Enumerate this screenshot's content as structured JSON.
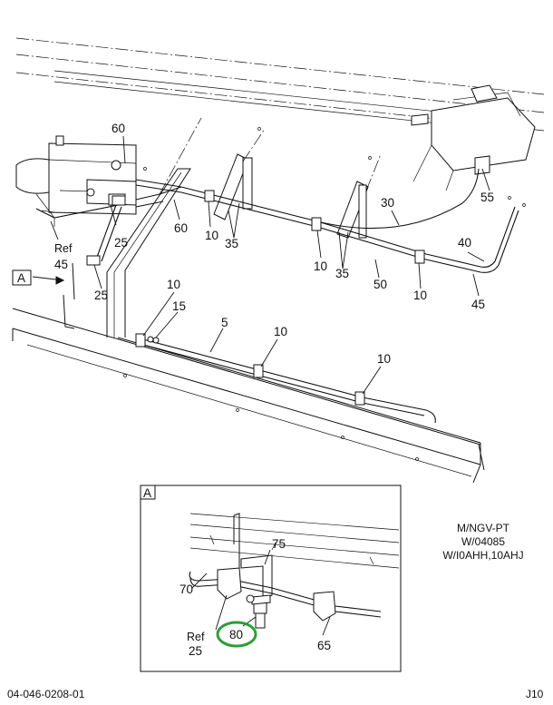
{
  "callouts": {
    "c60a": "60",
    "c60b": "60",
    "c10a": "10",
    "c10b": "10",
    "c10c": "10",
    "c10d": "10",
    "c10e": "10",
    "c10f": "10",
    "c35a": "35",
    "c35b": "35",
    "c30": "30",
    "c55": "55",
    "c40": "40",
    "c45": "45",
    "c50": "50",
    "c25a": "25",
    "c25b": "25",
    "c15": "15",
    "c5": "5",
    "ref": "Ref",
    "ref45": "45"
  },
  "view_marker": {
    "letter": "A"
  },
  "detail": {
    "letter": "A",
    "c75": "75",
    "c70": "70",
    "c80": "80",
    "c65": "65",
    "ref": "Ref",
    "ref25": "25",
    "highlight_color": "#2e9e3a"
  },
  "notes": {
    "line1": "M/NGV-PT",
    "line2": "W/04085",
    "line3": "W/I0AHH,10AHJ"
  },
  "footer": {
    "doc_number": "04-046-0208-01",
    "page_ref": "J10"
  }
}
